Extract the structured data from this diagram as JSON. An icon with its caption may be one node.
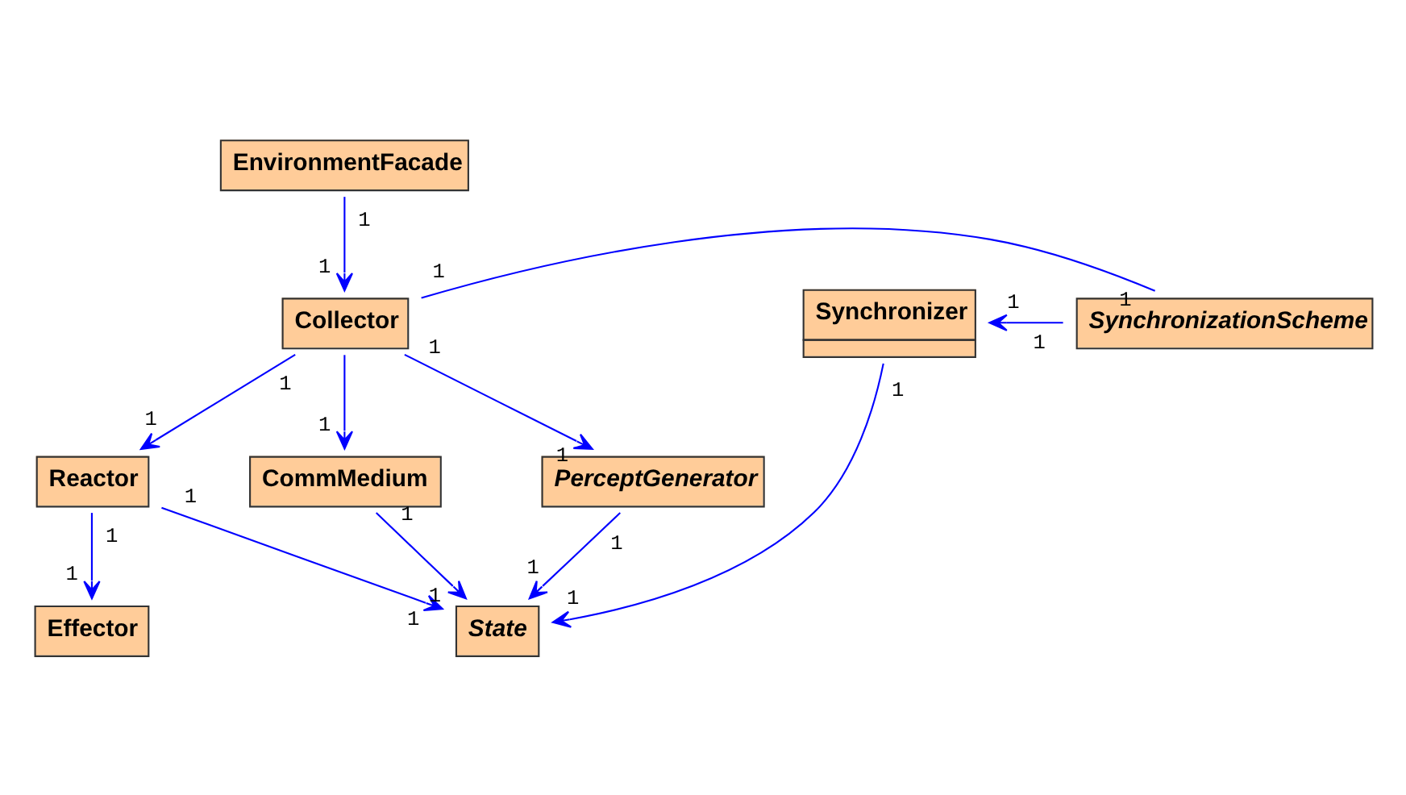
{
  "diagram": {
    "nodes": [
      {
        "text": [
          "EnvironmentFacade"
        ]
      },
      {
        "text": [
          "Collector"
        ]
      },
      {
        "text": [
          "SynchronizationScheme"
        ]
      },
      {
        "text": [
          "Synchronizer"
        ]
      },
      {
        "text": [
          "Reactor"
        ]
      },
      {
        "text": [
          "PerceptGenerator"
        ]
      },
      {
        "text": [
          "CommMedium"
        ]
      },
      {
        "text": [
          "State"
        ]
      },
      {
        "text": [
          "Effector"
        ]
      }
    ],
    "edges": [
      {
        "from": 0,
        "to": 1,
        "arrow": "to"
      },
      {
        "from": 1,
        "to": 2,
        "arrow": "none"
      },
      {
        "from": 2,
        "to": 3,
        "arrow": "to"
      },
      {
        "from": 1,
        "to": 4,
        "arrow": "to"
      },
      {
        "from": 1,
        "to": 6,
        "arrow": "to"
      },
      {
        "from": 1,
        "to": 5,
        "arrow": "to"
      },
      {
        "from": 4,
        "to": 8,
        "arrow": "to"
      },
      {
        "from": 4,
        "to": 7,
        "arrow": "to"
      },
      {
        "from": 6,
        "to": 7,
        "arrow": "to"
      },
      {
        "from": 5,
        "to": 7,
        "arrow": "to"
      },
      {
        "from": 3,
        "to": 7,
        "arrow": "to"
      }
    ],
    "labels": [
      "1",
      "1",
      "1",
      "1",
      "1",
      "1",
      "1",
      "1",
      "1",
      "1",
      "1",
      "1",
      "1",
      "1",
      "1",
      "1",
      "1",
      "1",
      "1",
      "1",
      "1"
    ]
  }
}
